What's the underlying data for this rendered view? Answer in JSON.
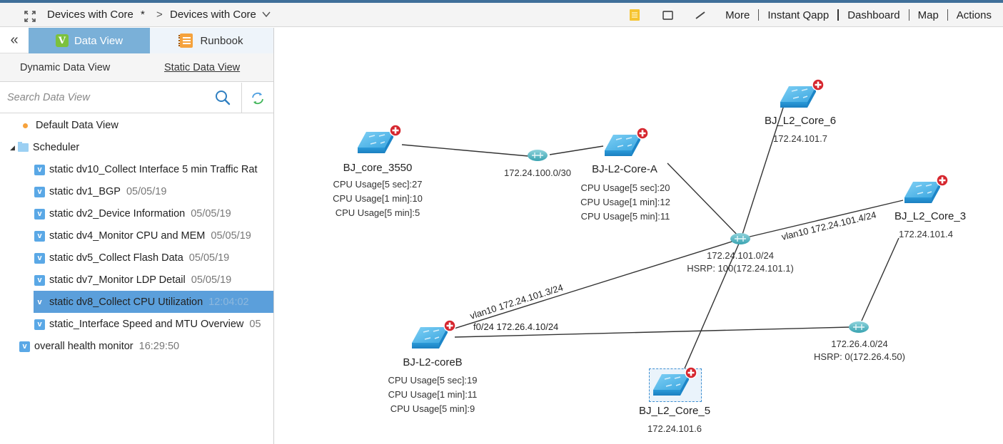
{
  "header": {
    "breadcrumb": [
      {
        "label": "Devices with Core",
        "modified_marker": "*"
      },
      {
        "label": "Devices with Core"
      }
    ],
    "separator": ">",
    "actions": [
      "More",
      "Instant Qapp",
      "Dashboard",
      "Map",
      "Actions"
    ],
    "tool_icons": [
      "note-icon",
      "rectangle-icon",
      "line-icon"
    ]
  },
  "sidebar": {
    "tabs": [
      {
        "label": "Data View",
        "icon": "V",
        "active": true
      },
      {
        "label": "Runbook",
        "icon": "book"
      }
    ],
    "collapse_glyph": "«",
    "sub_tabs": [
      {
        "label": "Dynamic Data View",
        "active": false
      },
      {
        "label": "Static Data View",
        "active": true
      }
    ],
    "search": {
      "placeholder": "Search Data View",
      "value": ""
    },
    "tree": [
      {
        "label": "Default Data View",
        "level": 0,
        "type": "default"
      },
      {
        "label": "Scheduler",
        "level": 0,
        "type": "folder",
        "expanded": true
      },
      {
        "label": "static dv10_Collect Interface 5 min Traffic Rat",
        "time": "",
        "level": 1,
        "type": "dataview"
      },
      {
        "label": "static dv1_BGP",
        "time": "05/05/19",
        "level": 1,
        "type": "dataview"
      },
      {
        "label": "static dv2_Device Information",
        "time": "05/05/19",
        "level": 1,
        "type": "dataview"
      },
      {
        "label": "static dv4_Monitor CPU and MEM",
        "time": "05/05/19",
        "level": 1,
        "type": "dataview"
      },
      {
        "label": "static dv5_Collect Flash Data",
        "time": "05/05/19",
        "level": 1,
        "type": "dataview"
      },
      {
        "label": "static dv7_Monitor LDP Detail",
        "time": "05/05/19",
        "level": 1,
        "type": "dataview"
      },
      {
        "label": "static dv8_Collect CPU Utilization",
        "time": "12:04:02",
        "level": 1,
        "type": "dataview",
        "selected": true
      },
      {
        "label": "static_Interface Speed and MTU Overview",
        "time": "05",
        "level": 1,
        "type": "dataview"
      },
      {
        "label": "overall health monitor",
        "time": "16:29:50",
        "level": 0,
        "type": "dataview"
      }
    ]
  },
  "map": {
    "devices": [
      {
        "id": "bj_core_3550",
        "name": "BJ_core_3550",
        "details": [
          "CPU Usage[5 sec]:27",
          "CPU Usage[1 min]:10",
          "CPU Usage[5 min]:5"
        ]
      },
      {
        "id": "bj_l2_core_a",
        "name": "BJ-L2-Core-A",
        "details": [
          "CPU Usage[5 sec]:20",
          "CPU Usage[1 min]:12",
          "CPU Usage[5 min]:11"
        ]
      },
      {
        "id": "bj_l2_core_6",
        "name": "BJ_L2_Core_6",
        "details": [
          "172.24.101.7"
        ]
      },
      {
        "id": "bj_l2_core_3",
        "name": "BJ_L2_Core_3",
        "details": [
          "172.24.101.4"
        ]
      },
      {
        "id": "bj_l2_coreb",
        "name": "BJ-L2-coreB",
        "details": [
          "CPU Usage[5 sec]:19",
          "CPU Usage[1 min]:11",
          "CPU Usage[5 min]:9"
        ]
      },
      {
        "id": "bj_l2_core_5",
        "name": "BJ_L2_Core_5",
        "details": [
          "172.24.101.6"
        ],
        "selected": true
      }
    ],
    "networks": [
      {
        "id": "net1",
        "label": [
          "172.24.100.0/30"
        ]
      },
      {
        "id": "net2",
        "label": [
          "172.24.101.0/24",
          "HSRP: 100(172.24.101.1)"
        ]
      },
      {
        "id": "net3",
        "label": [
          "172.26.4.0/24",
          "HSRP: 0(172.26.4.50)"
        ]
      }
    ],
    "link_labels": {
      "core3_vlan": "vlan10 172.24.101.4/24",
      "coreb_vlan": "vlan10 172.24.101.3/24",
      "coreb_f0": "f0/24 172.26.4.10/24"
    },
    "colors": {
      "switch": "#2fa3df",
      "alert": "#d6262e",
      "hub": "#5fb8c4",
      "link": "#333333"
    }
  }
}
